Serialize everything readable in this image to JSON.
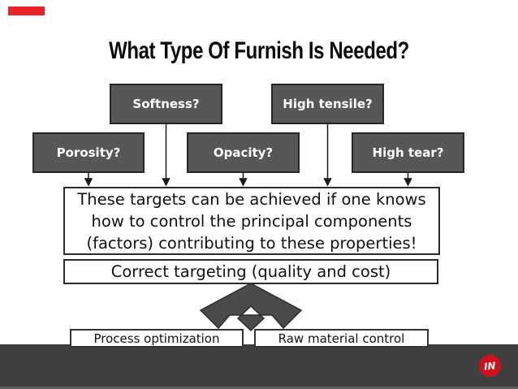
{
  "slide": {
    "title": "What Type Of Furnish Is Needed?",
    "colors": {
      "accent_red": "#e8232a",
      "logo_red": "#cf1219",
      "property_box_gray": "#575757",
      "footer_bar_gray": "#3f3f3f",
      "arrow_gray": "#4a4a4a"
    },
    "property_boxes": [
      {
        "id": "softness",
        "label": "Softness?"
      },
      {
        "id": "high-tensile",
        "label": "High tensile?"
      },
      {
        "id": "porosity",
        "label": "Porosity?"
      },
      {
        "id": "opacity",
        "label": "Opacity?"
      },
      {
        "id": "high-tear",
        "label": "High tear?"
      }
    ],
    "statement": {
      "line1": "These targets can be achieved if one knows",
      "line2": "how to control the principal components",
      "line3": "(factors) contributing to these properties!"
    },
    "targeting_label": "Correct targeting (quality and cost)",
    "outcome_boxes": [
      {
        "label": "Process optimization"
      },
      {
        "label": "Raw material control"
      }
    ],
    "logo_text": "IN"
  }
}
